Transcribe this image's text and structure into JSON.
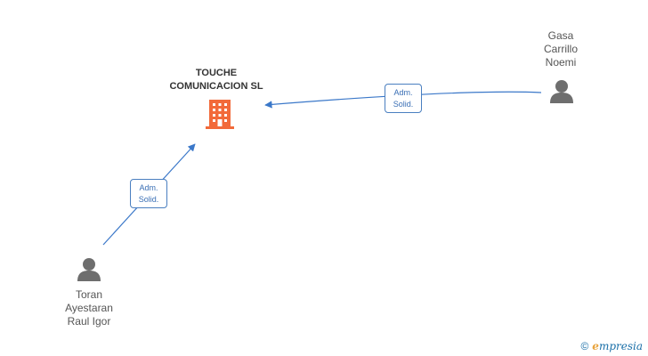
{
  "company": {
    "name_line1": "TOUCHE",
    "name_line2": "COMUNICACION SL",
    "icon": "building-icon",
    "color": "#f26a3a"
  },
  "people": [
    {
      "id": "gasa",
      "lines": [
        "Gasa",
        "Carrillo",
        "Noemi"
      ],
      "icon": "person-icon"
    },
    {
      "id": "toran",
      "lines": [
        "Toran",
        "Ayestaran",
        "Raul Igor"
      ],
      "icon": "person-icon"
    }
  ],
  "relations": [
    {
      "from": "gasa",
      "to": "company",
      "line1": "Adm.",
      "line2": "Solid."
    },
    {
      "from": "toran",
      "to": "company",
      "line1": "Adm.",
      "line2": "Solid."
    }
  ],
  "colors": {
    "edge": "#3b78c9",
    "person": "#6e6e6e",
    "badge_border": "#4a7fc0"
  },
  "watermark": {
    "copyright": "©",
    "brand_initial": "e",
    "brand_rest": "mpresia"
  }
}
